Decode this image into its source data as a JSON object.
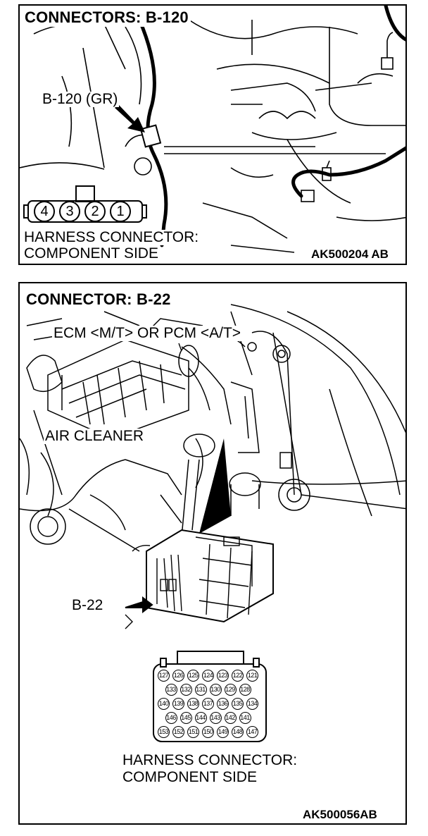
{
  "panel1": {
    "title": "CONNECTORS: B-120",
    "connector_label": "B-120 (GR)",
    "pins": [
      "4",
      "3",
      "2",
      "1"
    ],
    "harness_line1": "HARNESS CONNECTOR:",
    "harness_line2": "COMPONENT SIDE",
    "ref_code": "AK500204 AB"
  },
  "panel2": {
    "title": "CONNECTOR: B-22",
    "module_label": "ECM <M/T> OR PCM <A/T>",
    "air_cleaner_label": "AIR CLEANER",
    "connector_label": "B-22",
    "pin_rows": [
      [
        "127",
        "126",
        "125",
        "124",
        "123",
        "122",
        "121"
      ],
      [
        "133",
        "132",
        "131",
        "130",
        "129",
        "128"
      ],
      [
        "140",
        "139",
        "138",
        "137",
        "136",
        "135",
        "134"
      ],
      [
        "146",
        "145",
        "144",
        "143",
        "142",
        "141"
      ],
      [
        "153",
        "152",
        "151",
        "150",
        "149",
        "148",
        "147"
      ]
    ],
    "harness_line1": "HARNESS CONNECTOR:",
    "harness_line2": "COMPONENT SIDE",
    "ref_code": "AK500056AB"
  }
}
